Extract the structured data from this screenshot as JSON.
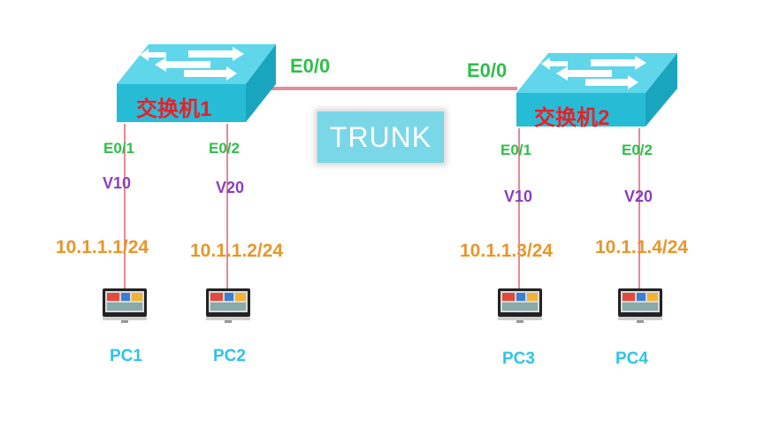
{
  "switches": [
    {
      "label": "交换机1",
      "trunk_port": "E0/0",
      "ports": [
        "E0/1",
        "E0/2"
      ]
    },
    {
      "label": "交换机2",
      "trunk_port": "E0/0",
      "ports": [
        "E0/1",
        "E0/2"
      ]
    }
  ],
  "trunk_label": "TRUNK",
  "pcs": [
    {
      "name": "PC1",
      "vlan": "V10",
      "ip": "10.1.1.1/24"
    },
    {
      "name": "PC2",
      "vlan": "V20",
      "ip": "10.1.1.2/24"
    },
    {
      "name": "PC3",
      "vlan": "V10",
      "ip": "10.1.1.3/24"
    },
    {
      "name": "PC4",
      "vlan": "V20",
      "ip": "10.1.1.4/24"
    }
  ],
  "colors": {
    "switch_body": "#27bcd6",
    "switch_top": "#5fd6ea",
    "switch_label": "#e8202a",
    "port_label": "#2fbf4a",
    "vlan_label": "#8a3fc0",
    "ip_label": "#e8962a",
    "pc_label": "#2ec4e8",
    "link": "#e0909a",
    "trunk_box": "#7ad7e8"
  }
}
